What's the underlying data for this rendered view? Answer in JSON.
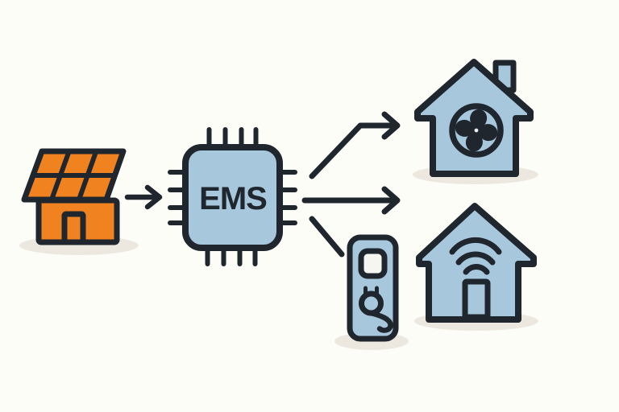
{
  "diagram": {
    "ems": {
      "label": "EMS"
    },
    "icons": {
      "solar_house": "house with rooftop solar panel",
      "arrow_right_small": "arrow from solar house to EMS",
      "ems_chip": "microchip labeled EMS",
      "arrow_up_right": "elbow arrow from EMS to fan house",
      "arrow_right": "straight arrow from EMS to wifi house",
      "line_down_right": "line from EMS to EV charger",
      "fan_house": "house with ventilation fan",
      "wifi_house": "house with wifi signal",
      "ev_charger": "EV charging station with plug"
    }
  },
  "colors": {
    "background": "#fdfdf8",
    "outline": "#20262e",
    "orange": "#f0831f",
    "blue": "#a7c7dc",
    "shadow": "#ece8df",
    "screen": "#f6f6f0",
    "hub_hole": "#e8eef2"
  }
}
